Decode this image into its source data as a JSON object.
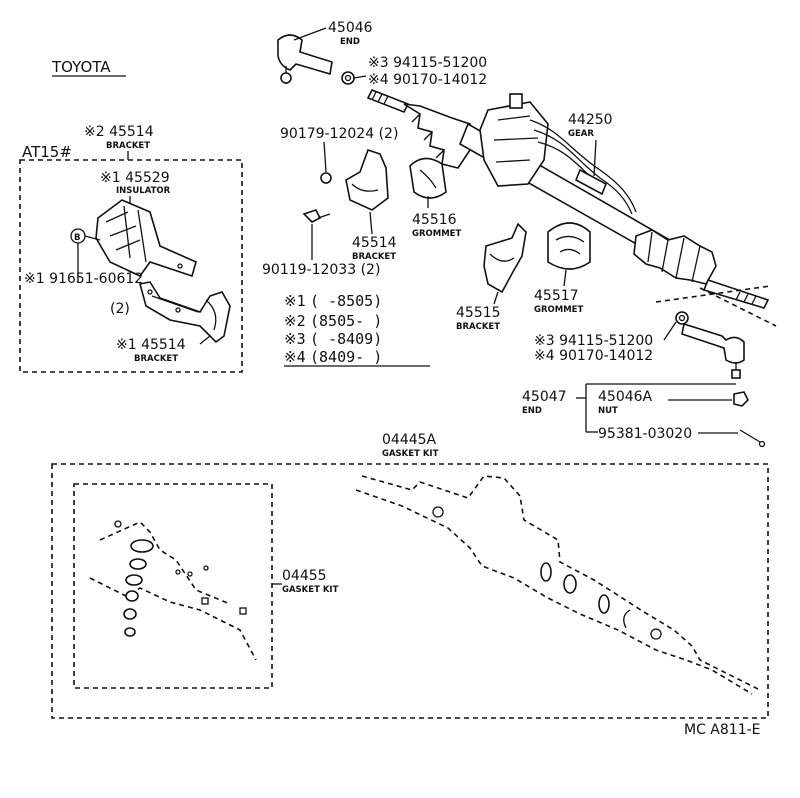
{
  "make": "TOYOTA",
  "variant_box_label": "AT15#",
  "diagram_code": "MC A811-E",
  "parts": {
    "end_45046": {
      "number": "45046",
      "name": "END"
    },
    "nut_top_a": {
      "number": "※3 94115-51200"
    },
    "nut_top_b": {
      "number": "※4 90170-14012"
    },
    "gear": {
      "number": "44250",
      "name": "GEAR"
    },
    "bolt_90179": {
      "number": "90179-12024 (2)"
    },
    "bolt_90119": {
      "number": "90119-12033 (2)"
    },
    "grommet_45516": {
      "number": "45516",
      "name": "GROMMET"
    },
    "bracket_45514_main": {
      "number": "45514",
      "name": "BRACKET"
    },
    "bracket_45515": {
      "number": "45515",
      "name": "BRACKET"
    },
    "grommet_45517": {
      "number": "45517",
      "name": "GROMMET"
    },
    "bracket_45514_inset": {
      "number": "※2 45514",
      "name": "BRACKET"
    },
    "insulator_45529": {
      "number": "※1 45529",
      "name": "INSULATOR"
    },
    "bolt_91651": {
      "number": "※1 91651-60612",
      "qty": "(2)",
      "callout": "B"
    },
    "bracket_45514_lower": {
      "number": "※1 45514",
      "name": "BRACKET"
    },
    "nut_bottom_a": {
      "number": "※3 94115-51200"
    },
    "nut_bottom_b": {
      "number": "※4 90170-14012"
    },
    "end_45047": {
      "number": "45047",
      "name": "END"
    },
    "nut_45046A": {
      "number": "45046A",
      "name": "NUT"
    },
    "pin_95381": {
      "number": "95381-03020"
    },
    "gasket_kit_04445A": {
      "number": "04445A",
      "name": "GASKET KIT"
    },
    "gasket_kit_04455": {
      "number": "04455",
      "name": "GASKET KIT"
    }
  },
  "notes": [
    {
      "mark": "※1",
      "range": "(      -8505)"
    },
    {
      "mark": "※2",
      "range": "(8505-      )"
    },
    {
      "mark": "※3",
      "range": "(      -8409)"
    },
    {
      "mark": "※4",
      "range": "(8409-      )"
    }
  ]
}
